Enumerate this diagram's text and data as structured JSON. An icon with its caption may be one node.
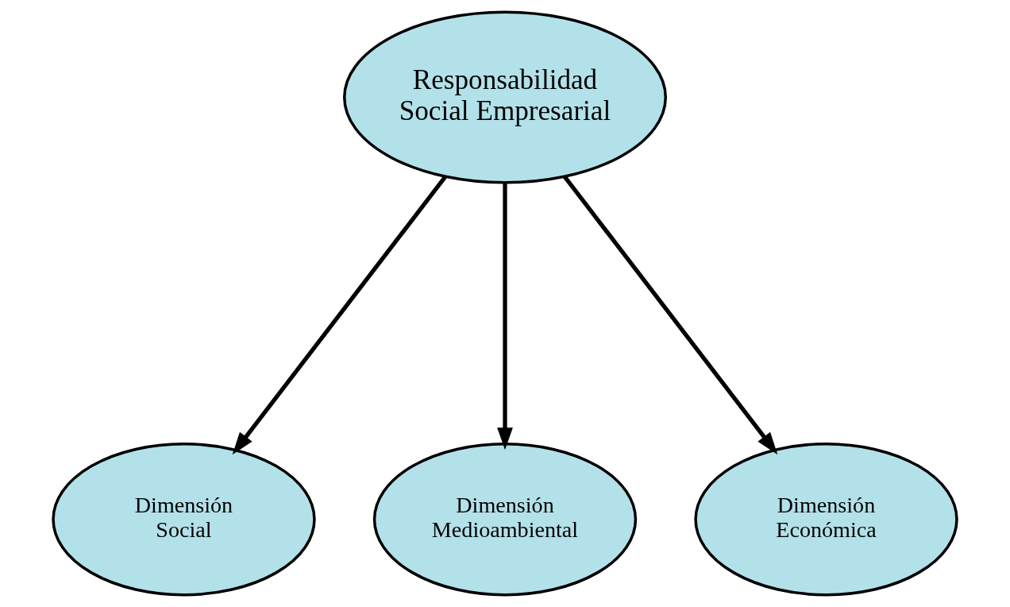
{
  "diagram": {
    "nodes": [
      {
        "text": [
          "Responsabilidad Social Empresarial"
        ]
      },
      {
        "text": [
          "Dimensión Social"
        ]
      },
      {
        "text": [
          "Dimensión Medioambiental"
        ]
      },
      {
        "text": [
          "Dimensión Económica"
        ]
      }
    ],
    "edges": [
      {
        "from": 0,
        "to": 1,
        "arrow": "to"
      },
      {
        "from": 0,
        "to": 2,
        "arrow": "to"
      },
      {
        "from": 0,
        "to": 3,
        "arrow": "to"
      }
    ]
  }
}
